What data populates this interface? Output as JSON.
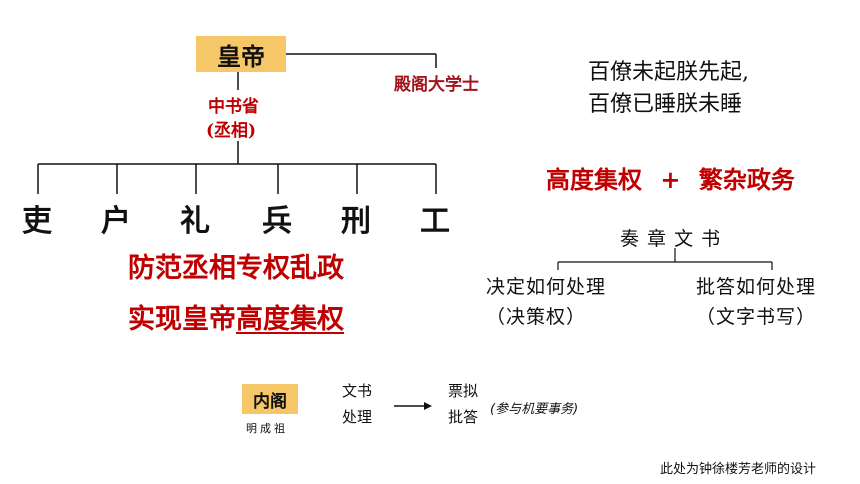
{
  "emperor": "皇帝",
  "grand_secretary": "殿阁大学士",
  "secretariat": "中书省",
  "chancellor": "(丞相)",
  "ministries": [
    "吏",
    "户",
    "礼",
    "兵",
    "刑",
    "工"
  ],
  "slogans": {
    "line1": "防范丞相专权乱政",
    "line2_prefix": "实现皇帝",
    "line2_emph": "高度集权"
  },
  "quote": {
    "line1": "百僚未起朕先起,",
    "line2": "百僚已睡朕未睡"
  },
  "summary": {
    "left": "高度集权",
    "plus": "+",
    "right": "繁杂政务"
  },
  "memorial_tree": {
    "root": "奏 章 文 书",
    "left_top": "决定如何处理",
    "left_bottom": "（决策权）",
    "right_top": "批答如何处理",
    "right_bottom": "（文字书写）"
  },
  "cabinet": {
    "name": "内阁",
    "founder": "明成祖",
    "input_line1": "文书",
    "input_line2": "处理",
    "output_line1": "票拟",
    "output_line2": "批答",
    "note": "(参与机要事务)"
  },
  "credit": "此处为钟徐楼芳老师的设计"
}
